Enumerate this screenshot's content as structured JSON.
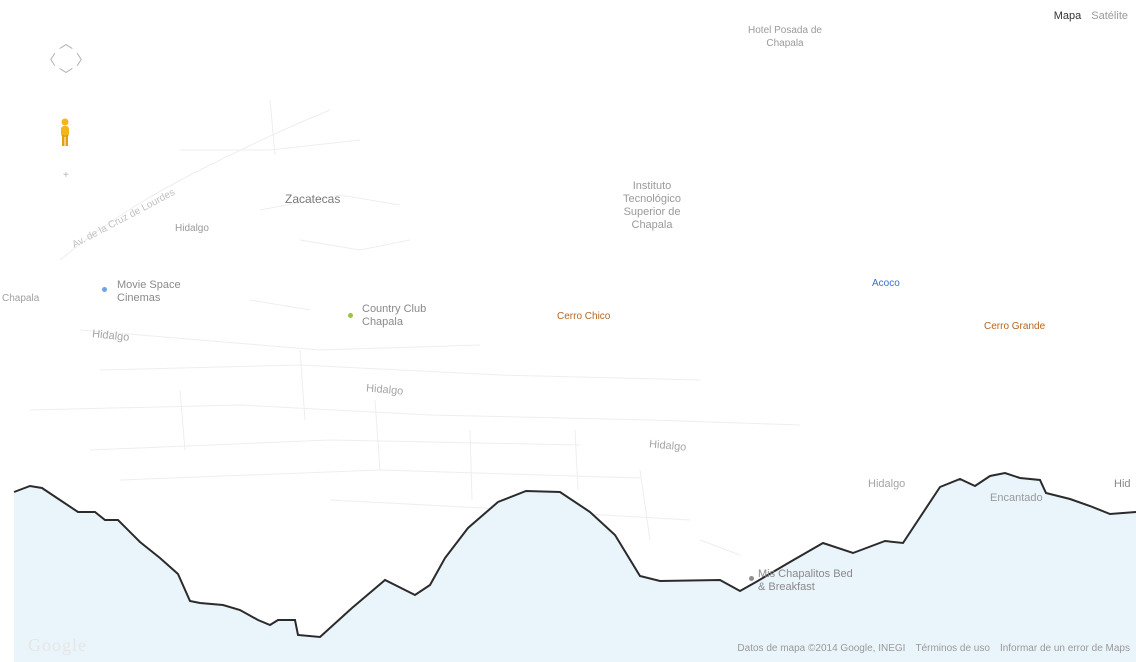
{
  "colors": {
    "water": "#e9f4fb",
    "shoreline": "#2b2b2b",
    "mountain_label": "#b5651d",
    "blue_label": "#3a6fcf",
    "pegman": "#f2b51b"
  },
  "map_type": {
    "map": "Mapa",
    "satellite": "Satélite"
  },
  "labels": {
    "hotel": "Hotel Posada de Chapala",
    "zacatecas": "Zacatecas",
    "instituto": "Instituto Tecnológico Superior de Chapala",
    "hidalgo_left": "Hidalgo",
    "movie_space": "Movie Space Cinemas",
    "country_club": "Country Club Chapala",
    "cerro_chico": "Cerro Chico",
    "acoco": "Acoco",
    "cerro_grande": "Cerro Grande",
    "hidalgo_1": "Hidalgo",
    "hidalgo_2": "Hidalgo",
    "hidalgo_3": "Hidalgo",
    "hidalgo_right": "Hidalgo",
    "hidalgo_far_right": "Hid",
    "encantado": "Encantado",
    "bnb": "Mis Chapalitos Bed & Breakfast",
    "left_edge": "Chapala",
    "road_diag": "Av. de la Cruz de Lourdes"
  },
  "footer": {
    "data": "Datos de mapa ©2014 Google, INEGI",
    "terms": "Términos de uso",
    "report": "Informar de un error de Maps"
  },
  "logo": "Google",
  "icons": [
    "pan-up-icon",
    "pan-left-icon",
    "pan-right-icon",
    "pan-down-icon",
    "pegman-icon"
  ]
}
